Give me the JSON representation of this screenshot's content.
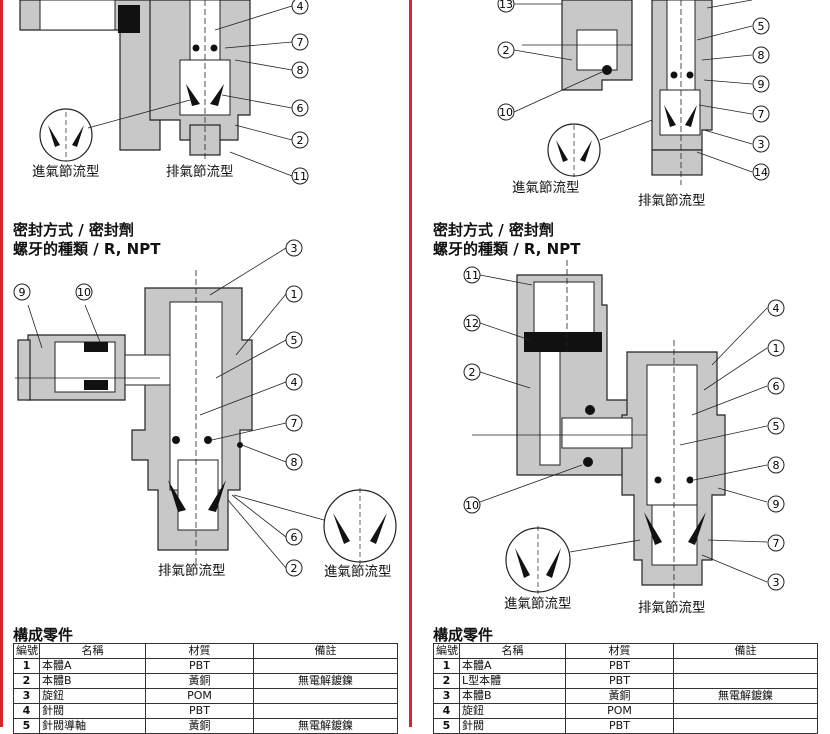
{
  "left": {
    "top_captions": [
      "進氣節流型",
      "排氣節流型"
    ],
    "top_callouts": [
      "4",
      "7",
      "8",
      "6",
      "2",
      "11"
    ],
    "section_title": [
      "密封方式 / 密封劑",
      "螺牙的種類 / R, NPT"
    ],
    "mid_callouts": [
      "3",
      "1",
      "5",
      "4",
      "7",
      "8",
      "6",
      "2",
      "9",
      "10"
    ],
    "mid_captions": [
      "排氣節流型",
      "進氣節流型"
    ],
    "table": {
      "title": "構成零件",
      "headers": [
        "編號",
        "名稱",
        "材質",
        "備註"
      ],
      "rows": [
        [
          "1",
          "本體A",
          "PBT",
          ""
        ],
        [
          "2",
          "本體B",
          "黃銅",
          "無電解鍍鎳"
        ],
        [
          "3",
          "旋鈕",
          "POM",
          ""
        ],
        [
          "4",
          "針閥",
          "PBT",
          ""
        ],
        [
          "5",
          "針閥導軸",
          "黃銅",
          "無電解鍍鎳"
        ]
      ]
    }
  },
  "right": {
    "top_callouts": [
      "13",
      "2",
      "10",
      "5",
      "8",
      "9",
      "7",
      "3",
      "14"
    ],
    "top_captions": [
      "進氣節流型",
      "排氣節流型"
    ],
    "section_title": [
      "密封方式 / 密封劑",
      "螺牙的種類 / R, NPT"
    ],
    "mid_callouts": [
      "11",
      "12",
      "2",
      "10",
      "4",
      "1",
      "6",
      "5",
      "8",
      "9",
      "7",
      "3"
    ],
    "mid_captions": [
      "進氣節流型",
      "排氣節流型"
    ],
    "table": {
      "title": "構成零件",
      "headers": [
        "編號",
        "名稱",
        "材質",
        "備註"
      ],
      "rows": [
        [
          "1",
          "本體A",
          "PBT",
          ""
        ],
        [
          "2",
          "L型本體",
          "PBT",
          ""
        ],
        [
          "3",
          "本體B",
          "黃銅",
          "無電解鍍鎳"
        ],
        [
          "4",
          "旋鈕",
          "POM",
          ""
        ],
        [
          "5",
          "針閥",
          "PBT",
          ""
        ]
      ]
    }
  }
}
